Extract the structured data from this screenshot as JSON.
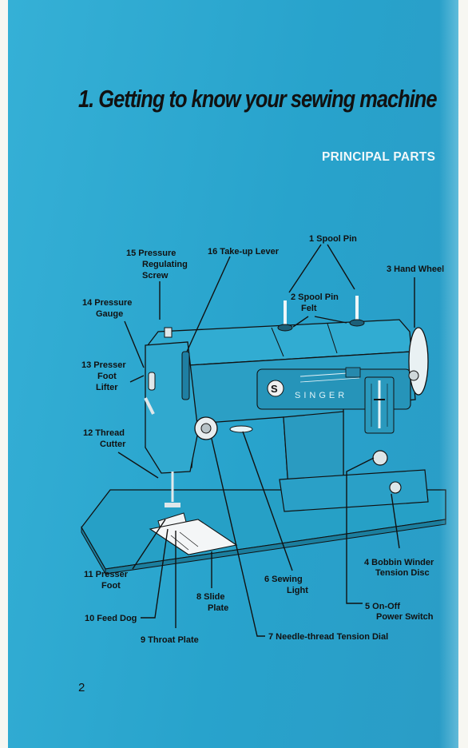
{
  "header": {
    "title": "1. Getting to know your sewing machine",
    "subtitle": "PRINCIPAL PARTS"
  },
  "machine": {
    "brand": "SINGER"
  },
  "parts": [
    {
      "number": "1",
      "lines": [
        "1 Spool Pin"
      ]
    },
    {
      "number": "2",
      "lines": [
        "2 Spool Pin",
        "Felt"
      ]
    },
    {
      "number": "3",
      "lines": [
        "3 Hand Wheel"
      ]
    },
    {
      "number": "4",
      "lines": [
        "4 Bobbin Winder",
        "Tension Disc"
      ]
    },
    {
      "number": "5",
      "lines": [
        "5 On-Off",
        "Power Switch"
      ]
    },
    {
      "number": "6",
      "lines": [
        "6 Sewing",
        "Light"
      ]
    },
    {
      "number": "7",
      "lines": [
        "7 Needle-thread Tension Dial"
      ]
    },
    {
      "number": "8",
      "lines": [
        "8 Slide",
        "Plate"
      ]
    },
    {
      "number": "9",
      "lines": [
        "9 Throat Plate"
      ]
    },
    {
      "number": "10",
      "lines": [
        "10 Feed Dog"
      ]
    },
    {
      "number": "11",
      "lines": [
        "11 Presser",
        "Foot"
      ]
    },
    {
      "number": "12",
      "lines": [
        "12 Thread",
        "Cutter"
      ]
    },
    {
      "number": "13",
      "lines": [
        "13 Presser",
        "Foot",
        "Lifter"
      ]
    },
    {
      "number": "14",
      "lines": [
        "14 Pressure",
        "Gauge"
      ]
    },
    {
      "number": "15",
      "lines": [
        "15 Pressure",
        "Regulating",
        "Screw"
      ]
    },
    {
      "number": "16",
      "lines": [
        "16 Take-up Lever"
      ]
    }
  ],
  "footer": {
    "page_number": "2"
  }
}
